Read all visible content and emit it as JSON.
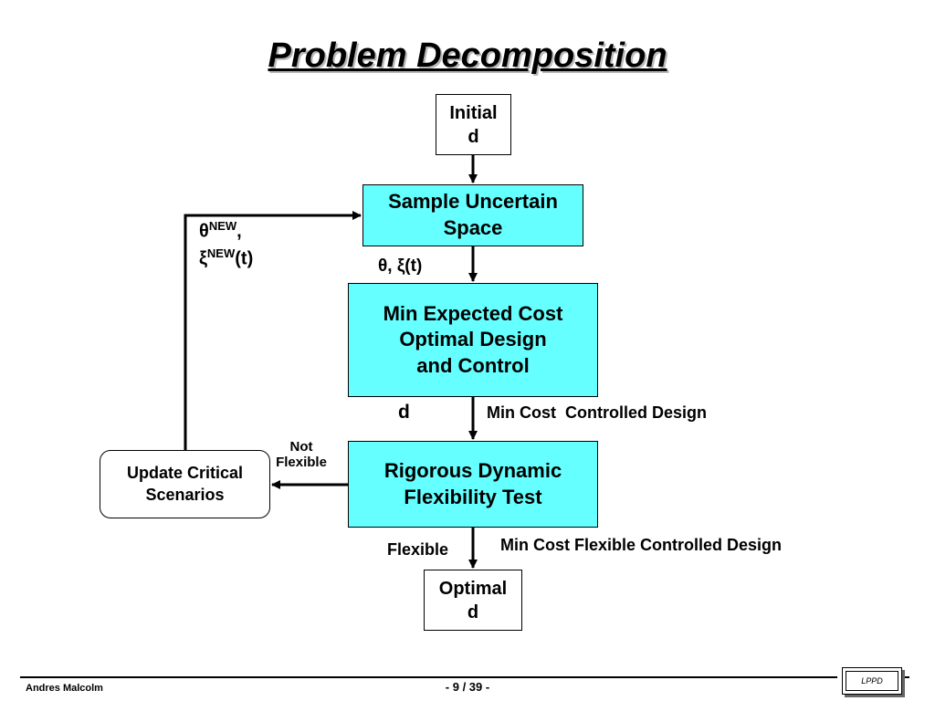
{
  "title": "Problem Decomposition",
  "nodes": {
    "initial": {
      "line1": "Initial",
      "line2": "d"
    },
    "sample": {
      "line1": "Sample Uncertain",
      "line2": "Space"
    },
    "min_cost": {
      "line1": "Min Expected Cost",
      "line2": "Optimal Design",
      "line3": "and Control"
    },
    "flex_test": {
      "line1": "Rigorous Dynamic",
      "line2": "Flexibility Test"
    },
    "update": {
      "line1": "Update Critical",
      "line2": "Scenarios"
    },
    "optimal": {
      "line1": "Optimal",
      "line2": "d"
    }
  },
  "labels": {
    "theta_new": {
      "base": "θ",
      "sup": "NEW",
      "tail": ","
    },
    "xi_new": {
      "base": "ξ",
      "sup": "NEW",
      "tail": "(t)"
    },
    "theta_xi": "θ, ξ(t)",
    "d": "d",
    "min_cost_controlled": "Min Cost  Controlled Design",
    "not_flexible": {
      "line1": "Not",
      "line2": "Flexible"
    },
    "flexible": "Flexible",
    "min_cost_flexible": "Min Cost Flexible Controlled Design"
  },
  "footer": {
    "author": "Andres Malcolm",
    "page": "- 9 / 39 -",
    "logo": "LPPD"
  }
}
